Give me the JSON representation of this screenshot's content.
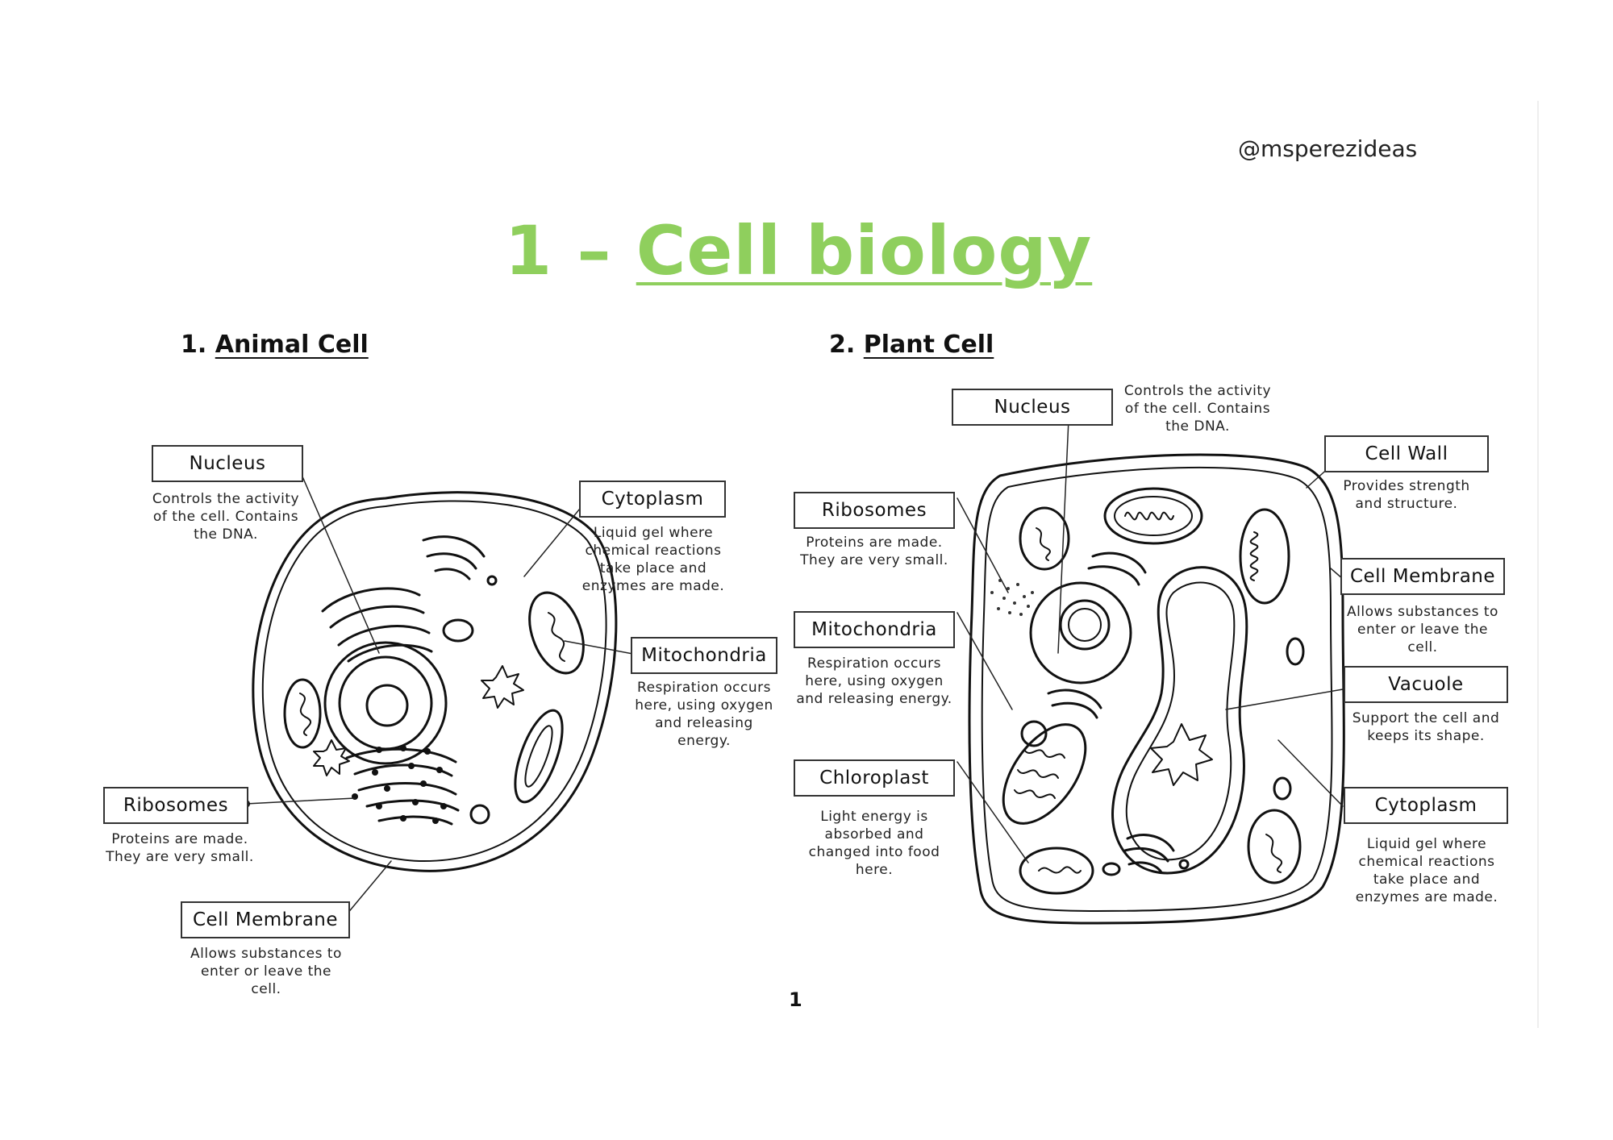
{
  "handle": "@msperezideas",
  "title": {
    "number": "1",
    "dash": "–",
    "text": "Cell biology"
  },
  "page_number": "1",
  "animal": {
    "heading_num": "1.",
    "heading": "Animal Cell",
    "labels": {
      "nucleus": {
        "name": "Nucleus",
        "desc": "Controls the activity of the cell. Contains the DNA."
      },
      "cytoplasm": {
        "name": "Cytoplasm",
        "desc": "Liquid gel where chemical reactions take place and enzymes are made."
      },
      "mitochondria": {
        "name": "Mitochondria",
        "desc": "Respiration occurs here, using oxygen and releasing energy."
      },
      "ribosomes": {
        "name": "Ribosomes",
        "desc": "Proteins are made. They are very small."
      },
      "membrane": {
        "name": "Cell Membrane",
        "desc": "Allows substances to enter or leave the cell."
      }
    }
  },
  "plant": {
    "heading_num": "2.",
    "heading": "Plant Cell",
    "labels": {
      "nucleus": {
        "name": "Nucleus",
        "desc": "Controls the activity of the cell. Contains the DNA."
      },
      "ribosomes": {
        "name": "Ribosomes",
        "desc": "Proteins are made. They are very small."
      },
      "mitochondria": {
        "name": "Mitochondria",
        "desc": "Respiration occurs here, using oxygen and releasing energy."
      },
      "chloroplast": {
        "name": "Chloroplast",
        "desc": "Light energy is absorbed and changed into food here."
      },
      "wall": {
        "name": "Cell Wall",
        "desc": "Provides strength and structure."
      },
      "membrane": {
        "name": "Cell Membrane",
        "desc": "Allows substances to enter or leave the cell."
      },
      "vacuole": {
        "name": "Vacuole",
        "desc": "Support the cell and keeps its shape."
      },
      "cytoplasm": {
        "name": "Cytoplasm",
        "desc": "Liquid gel where chemical reactions take place and enzymes are made."
      }
    }
  }
}
